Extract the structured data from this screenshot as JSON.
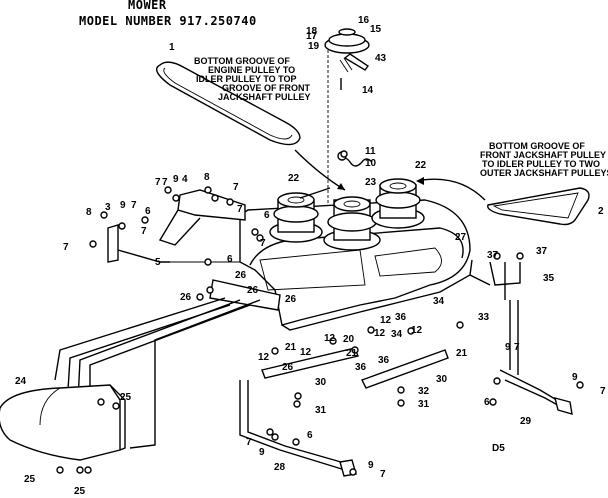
{
  "header": {
    "title": "MOWER",
    "model": "MODEL NUMBER 917.250740"
  },
  "notes": {
    "note1_lines": [
      "BOTTOM GROOVE OF",
      "ENGINE PULLEY TO",
      "IDLER PULLEY TO TOP",
      "GROOVE OF FRONT",
      "JACKSHAFT PULLEY"
    ],
    "note2_lines": [
      "BOTTOM GROOVE OF",
      "FRONT JACKSHAFT PULLEY",
      "TO IDLER PULLEY TO TWO",
      "OUTER JACKSHAFT PULLEYS"
    ]
  },
  "page_code": "D5",
  "part_numbers": [
    "1",
    "2",
    "3",
    "4",
    "5",
    "6",
    "7",
    "8",
    "9",
    "10",
    "11",
    "12",
    "14",
    "15",
    "16",
    "17",
    "18",
    "19",
    "20",
    "21",
    "22",
    "23",
    "24",
    "25",
    "26",
    "27",
    "28",
    "29",
    "30",
    "31",
    "32",
    "33",
    "34",
    "35",
    "36",
    "37",
    "43"
  ]
}
